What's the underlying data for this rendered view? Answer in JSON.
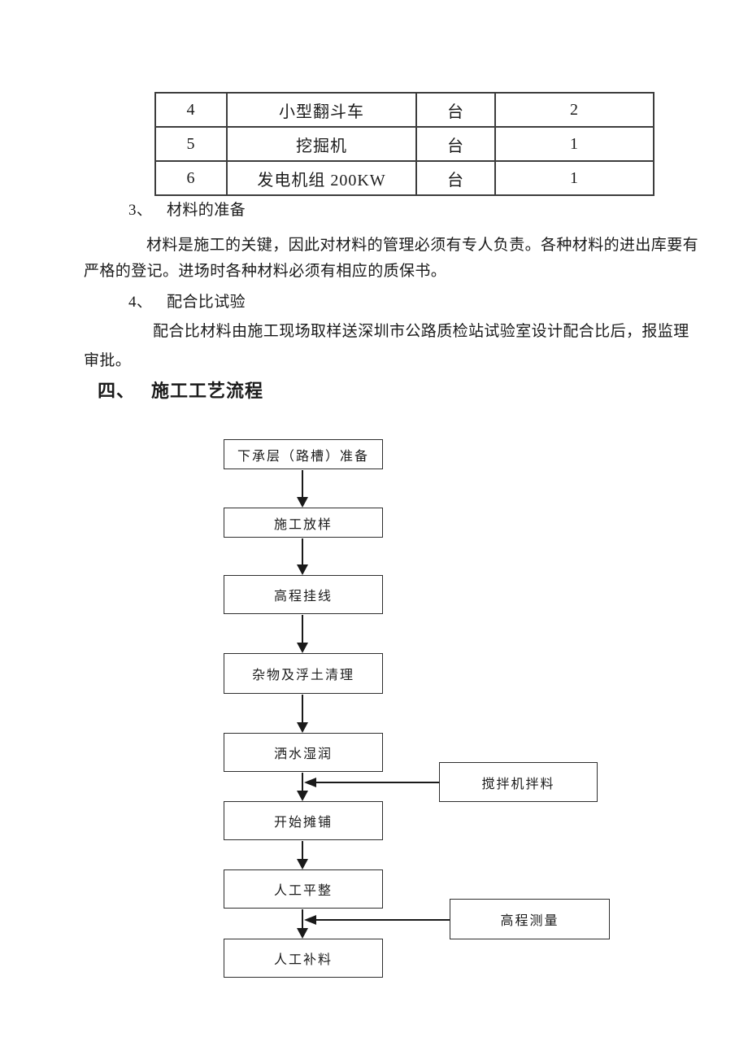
{
  "page": {
    "background": "#ffffff",
    "text_color": "#1b1b1b",
    "border_color": "#3d3d3d"
  },
  "equipment_table": {
    "rows": [
      {
        "no": "4",
        "name": "小型翻斗车",
        "unit": "台",
        "qty": "2"
      },
      {
        "no": "5",
        "name": "挖掘机",
        "unit": "台",
        "qty": "1"
      },
      {
        "no": "6",
        "name": "发电机组 200KW",
        "unit": "台",
        "qty": "1"
      }
    ]
  },
  "sections": {
    "item3": {
      "marker": "3、",
      "title": "材料的准备"
    },
    "para3_line1": "材料是施工的关键，因此对材料的管理必须有专人负责。各种材料的进出库要有",
    "para3_line2": "严格的登记。进场时各种材料必须有相应的质保书。",
    "item4": {
      "marker": "4、",
      "title": "配合比试验"
    },
    "para4_line1": "配合比材料由施工现场取样送深圳市公路质检站试验室设计配合比后，报监理",
    "para4_line2": "审批。",
    "heading4": {
      "marker": "四、",
      "title": "施工工艺流程"
    }
  },
  "flowchart": {
    "main_steps": [
      "下承层（路槽）准备",
      "施工放样",
      "高程挂线",
      "杂物及浮土清理",
      "洒水湿润",
      "开始摊铺",
      "人工平整",
      "人工补料"
    ],
    "side_steps": [
      "搅拌机拌料",
      "高程测量"
    ]
  }
}
